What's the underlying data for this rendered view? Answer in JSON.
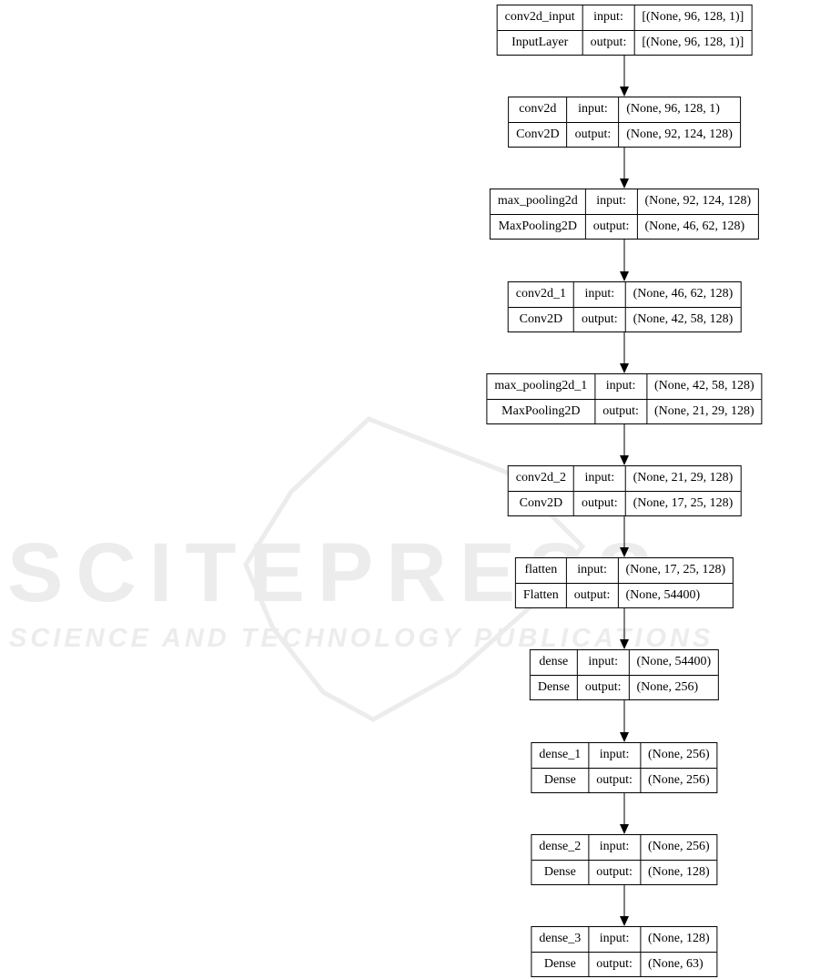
{
  "watermark": {
    "main": "SCITEPRESS",
    "sub": "SCIENCE AND TECHNOLOGY PUBLICATIONS"
  },
  "labels": {
    "input": "input:",
    "output": "output:"
  },
  "layers": [
    {
      "name": "conv2d_input",
      "type": "InputLayer",
      "input": "[(None, 96, 128, 1)]",
      "output": "[(None, 96, 128, 1)]"
    },
    {
      "name": "conv2d",
      "type": "Conv2D",
      "input": "(None, 96, 128, 1)",
      "output": "(None, 92, 124, 128)"
    },
    {
      "name": "max_pooling2d",
      "type": "MaxPooling2D",
      "input": "(None, 92, 124, 128)",
      "output": "(None, 46, 62, 128)"
    },
    {
      "name": "conv2d_1",
      "type": "Conv2D",
      "input": "(None, 46, 62, 128)",
      "output": "(None, 42, 58, 128)"
    },
    {
      "name": "max_pooling2d_1",
      "type": "MaxPooling2D",
      "input": "(None, 42, 58, 128)",
      "output": "(None, 21, 29, 128)"
    },
    {
      "name": "conv2d_2",
      "type": "Conv2D",
      "input": "(None, 21, 29, 128)",
      "output": "(None, 17, 25, 128)"
    },
    {
      "name": "flatten",
      "type": "Flatten",
      "input": "(None, 17, 25, 128)",
      "output": "(None, 54400)"
    },
    {
      "name": "dense",
      "type": "Dense",
      "input": "(None, 54400)",
      "output": "(None, 256)"
    },
    {
      "name": "dense_1",
      "type": "Dense",
      "input": "(None, 256)",
      "output": "(None, 256)"
    },
    {
      "name": "dense_2",
      "type": "Dense",
      "input": "(None, 256)",
      "output": "(None, 128)"
    },
    {
      "name": "dense_3",
      "type": "Dense",
      "input": "(None, 128)",
      "output": "(None, 63)"
    }
  ]
}
